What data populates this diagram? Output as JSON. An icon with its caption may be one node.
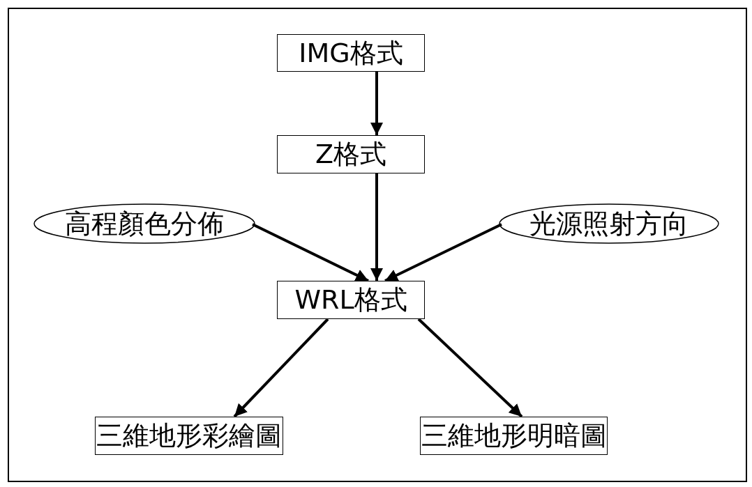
{
  "diagram": {
    "nodes": [
      {
        "text": [
          "IMG格式"
        ]
      },
      {
        "text": [
          "Z格式"
        ]
      },
      {
        "text": [
          "高程顏色分佈"
        ]
      },
      {
        "text": [
          "光源照射方向"
        ]
      },
      {
        "text": [
          "WRL格式"
        ]
      },
      {
        "text": [
          "三維地形彩繪圖"
        ]
      },
      {
        "text": [
          "三維地形明暗圖"
        ]
      }
    ],
    "edges": [
      {
        "from": 0,
        "to": 1,
        "arrow": "to"
      },
      {
        "from": 1,
        "to": 4,
        "arrow": "to"
      },
      {
        "from": 2,
        "to": 4,
        "arrow": "to"
      },
      {
        "from": 3,
        "to": 4,
        "arrow": "to"
      },
      {
        "from": 4,
        "to": 5,
        "arrow": "to"
      },
      {
        "from": 4,
        "to": 6,
        "arrow": "to"
      }
    ]
  }
}
